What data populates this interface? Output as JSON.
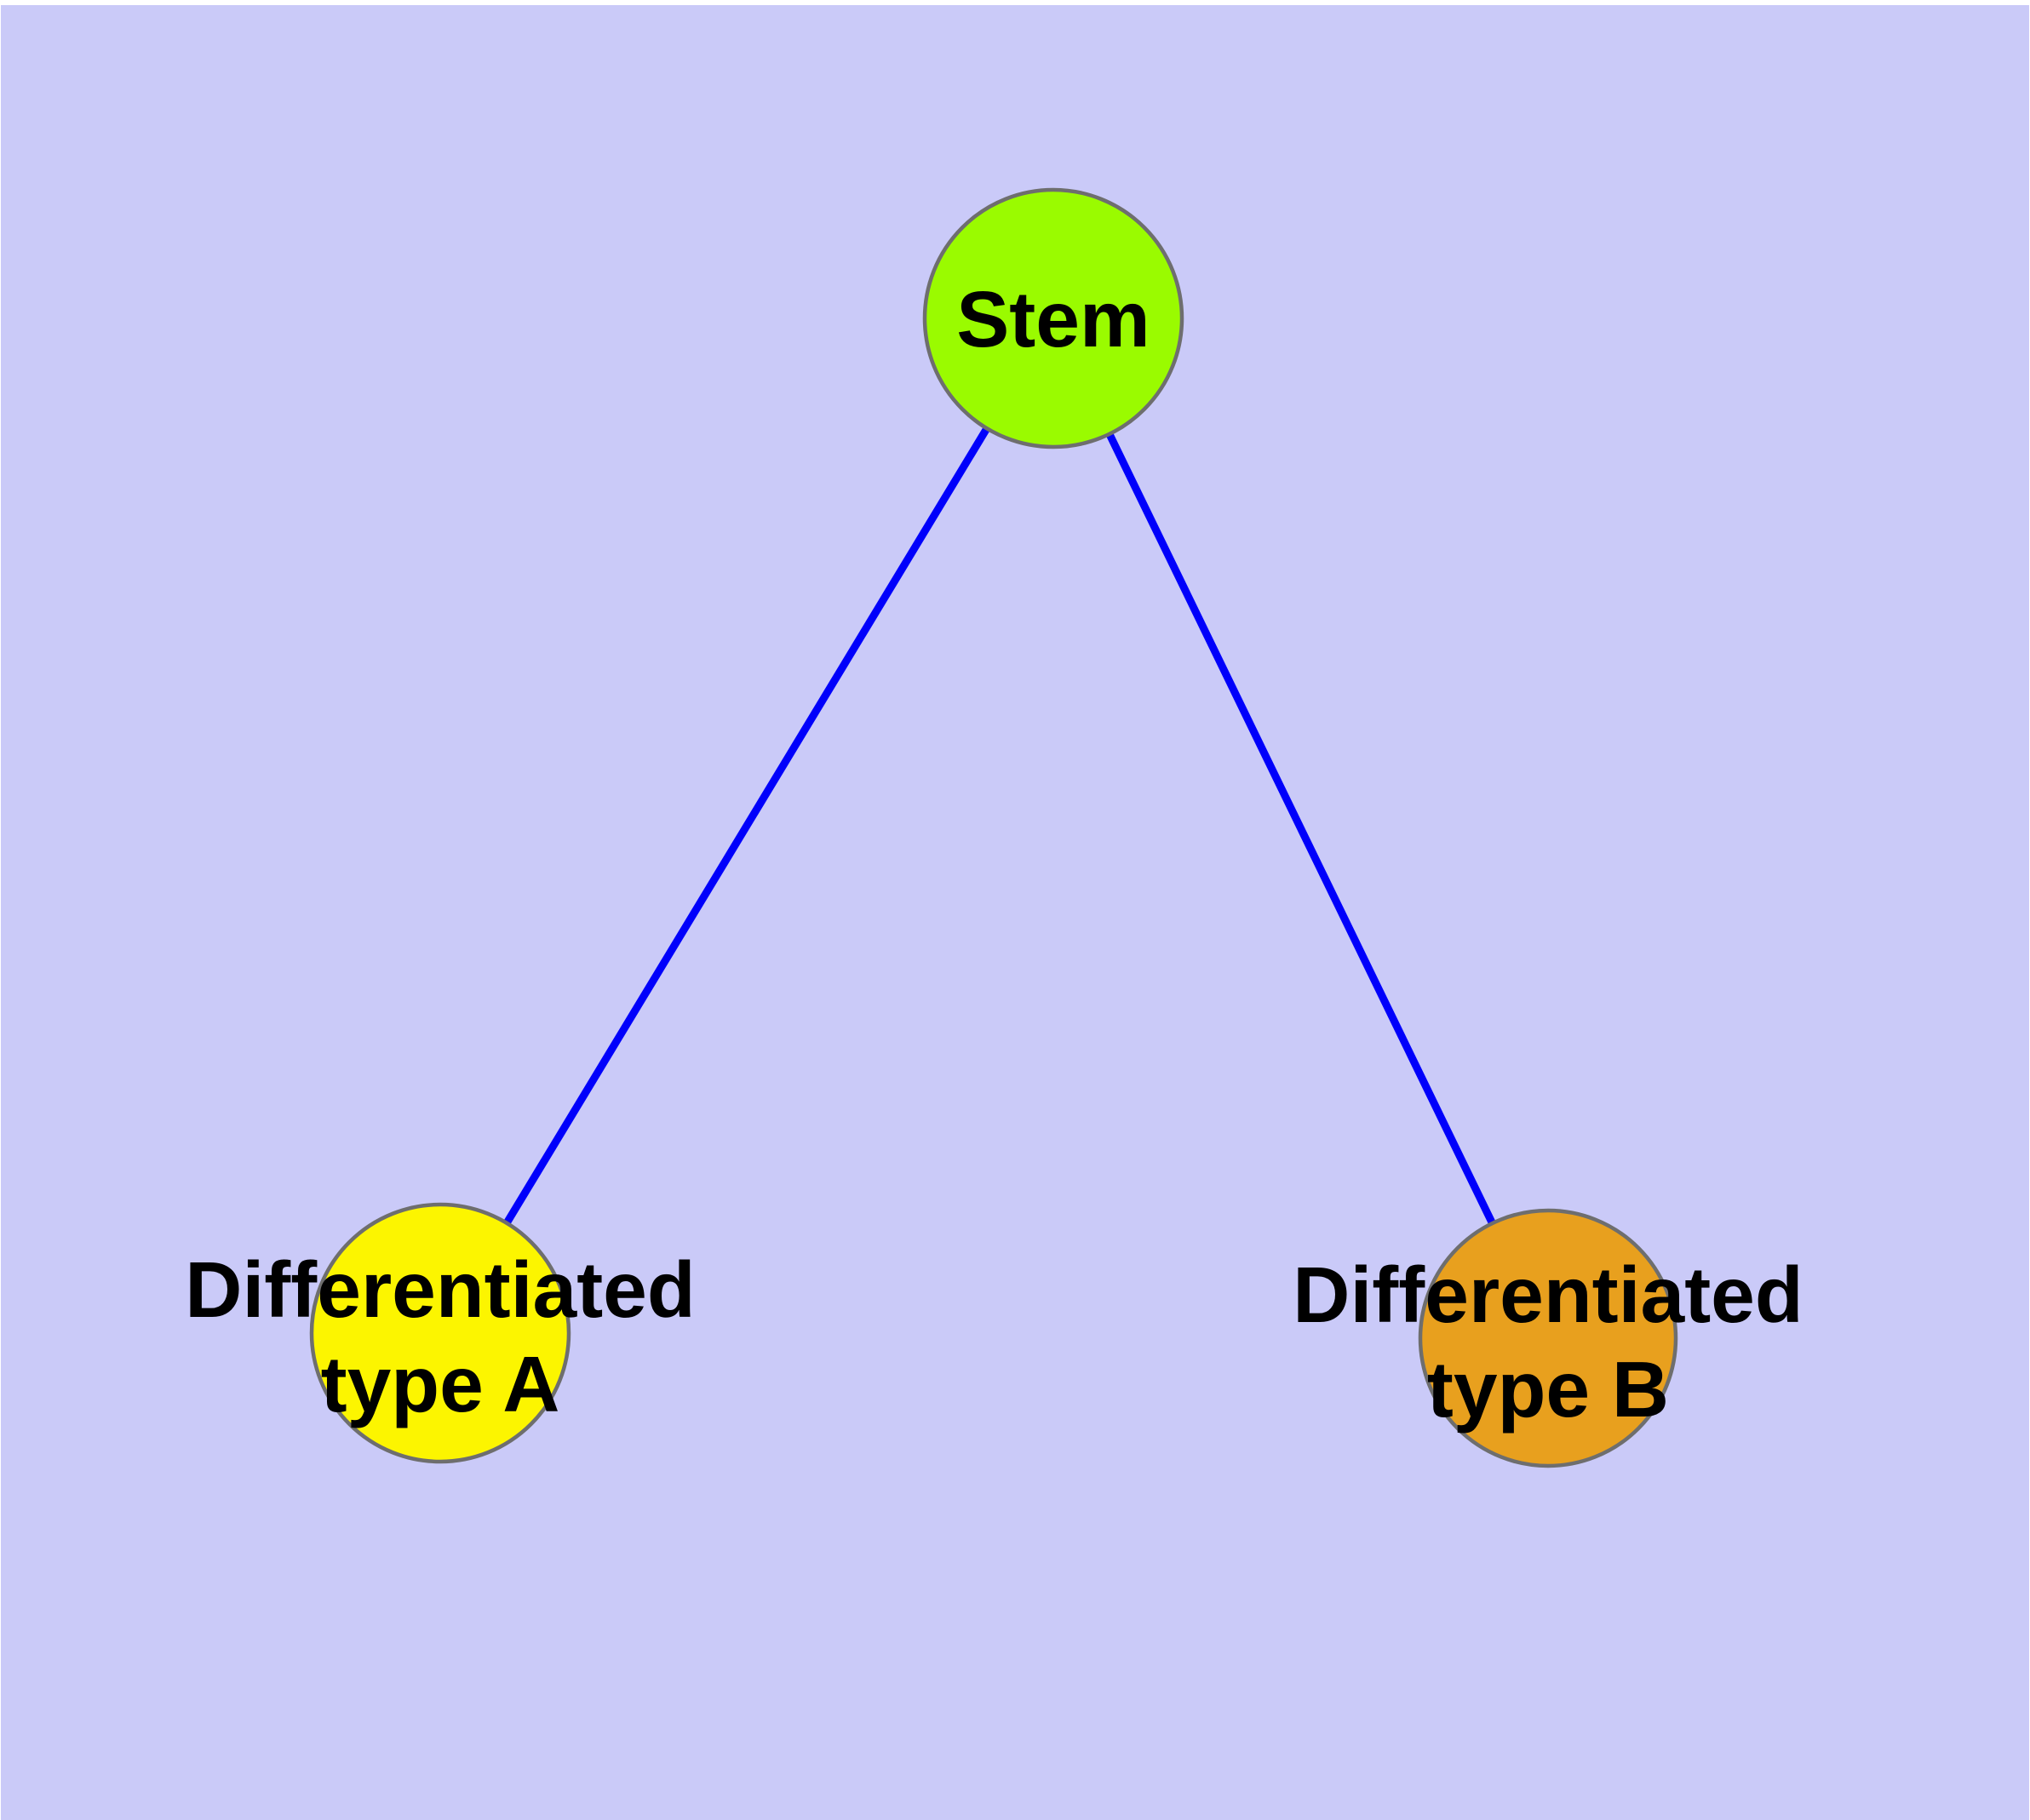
{
  "background": {
    "page_color": "#ffffff",
    "panel_color": "#cacaf8"
  },
  "graph": {
    "edge_color": "#0000fb",
    "node_border_color": "#6e6e6e",
    "label_color": "#000000",
    "nodes": [
      {
        "id": "stem",
        "label": "Stem",
        "fill": "#9afb00"
      },
      {
        "id": "differentiated-type-a",
        "label": "Differentiated type A",
        "label_lines": [
          "Differentiated",
          "type A"
        ],
        "fill": "#fcf500"
      },
      {
        "id": "differentiated-type-b",
        "label": "Differentiated type B",
        "label_lines": [
          "Differentiated",
          "type B"
        ],
        "fill": "#e8a01e"
      }
    ],
    "edges": [
      {
        "from": "stem",
        "to": "differentiated-type-a"
      },
      {
        "from": "stem",
        "to": "differentiated-type-b"
      }
    ]
  }
}
